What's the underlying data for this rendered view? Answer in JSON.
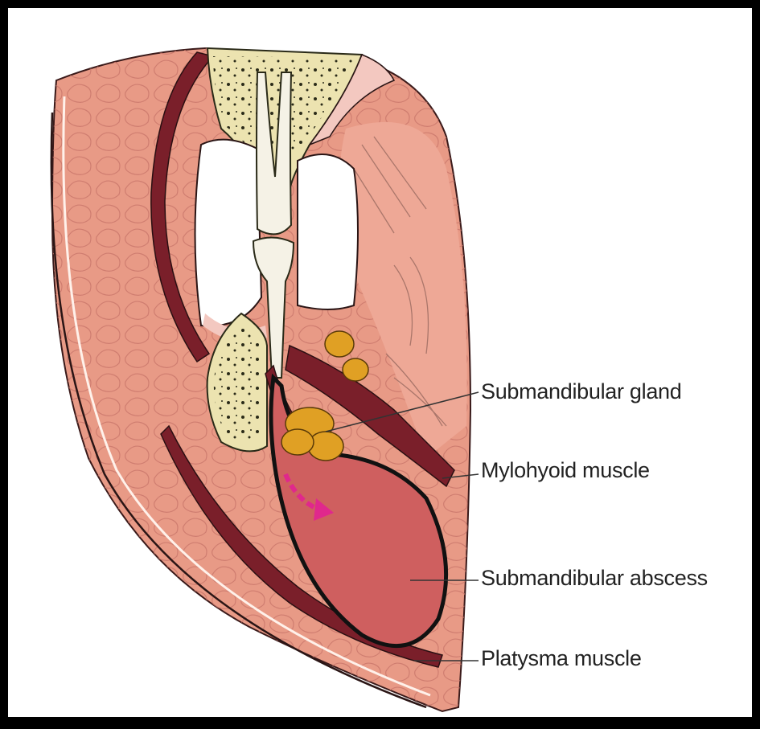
{
  "labels": {
    "submandibular_gland": "Submandibular gland",
    "mylohyoid_muscle": "Mylohyoid muscle",
    "submandibular_abscess": "Submandibular abscess",
    "platysma_muscle": "Platysma muscle"
  },
  "colors": {
    "background": "#000000",
    "frame": "#ffffff",
    "skin": "#e89a86",
    "muscle": "#7a1f2a",
    "bone": "#ece3b0",
    "abscess": "#cf5f5f",
    "gland": "#e0a024",
    "arrow": "#e0288c"
  }
}
